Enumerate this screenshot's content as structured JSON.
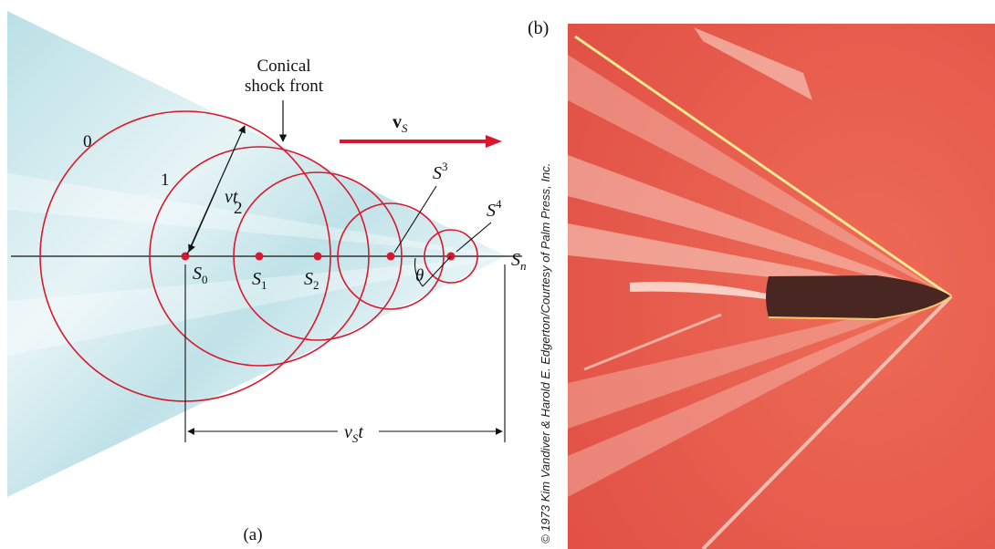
{
  "panel_a": {
    "caption": "(a)",
    "cone_label_line1": "Conical",
    "cone_label_line2": "shock front",
    "velocity_label": "v",
    "velocity_sub": "S",
    "radius_label": "vt",
    "distance_label_v": "v",
    "distance_label_sub": "S",
    "distance_label_t": "t",
    "angle_label": "θ",
    "wavefront_numbers": [
      "0",
      "1",
      "2"
    ],
    "source_labels": [
      {
        "base": "S",
        "sub": "0"
      },
      {
        "base": "S",
        "sub": "1"
      },
      {
        "base": "S",
        "sub": "2"
      },
      {
        "base": "S",
        "sub": "3"
      },
      {
        "base": "S",
        "sub": "4"
      },
      {
        "base": "S",
        "sub": "n"
      }
    ]
  },
  "panel_b": {
    "label": "(b)",
    "credit": "© 1973 Kim Vandiver & Harold E. Edgerton/Courtesy of Palm Press, Inc."
  },
  "colors": {
    "circle": "#d9182e",
    "cone_light": "#dff0f3",
    "cone_mid": "#a9d7df",
    "photo_bg": "#e85a4a",
    "arrow": "#d9182e"
  }
}
